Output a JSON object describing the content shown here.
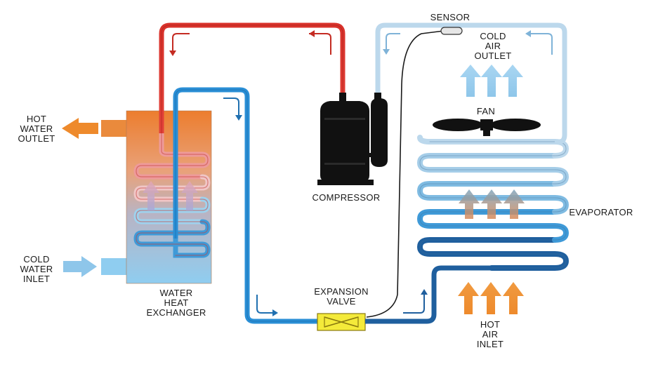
{
  "labels": {
    "sensor": "SENSOR",
    "cold_air_outlet": "COLD\nAIR\nOUTLET",
    "fan": "FAN",
    "compressor": "COMPRESSOR",
    "evaporator": "EVAPORATOR",
    "hot_water_outlet": "HOT\nWATER\nOUTLET",
    "cold_water_inlet": "COLD\nWATER\nINLET",
    "water_heat_exchanger": "WATER\nHEAT\nEXCHANGER",
    "expansion_valve": "EXPANSION\nVALVE",
    "hot_air_inlet": "HOT\nAIR\nINLET"
  },
  "colors": {
    "hot_refrigerant": "#d9322b",
    "cold_refrigerant": "#2a8fd6",
    "suction_line": "#bcd8ec",
    "liquid_line": "#1f5f9e",
    "hot_air_arrow": "#ee8a2c",
    "cold_air_arrow": "#8ec6ea",
    "compressor": "#111111",
    "valve": "#f4ea3a"
  },
  "icons": {
    "compressor": "compressor-icon",
    "fan": "fan-icon",
    "sensor": "sensor-icon",
    "valve": "expansion-valve-icon"
  }
}
